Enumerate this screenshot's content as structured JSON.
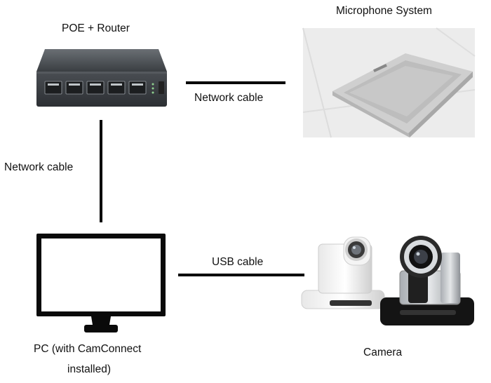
{
  "labels": {
    "router": "POE + Router",
    "microphone": "Microphone System",
    "cable_router_mic": "Network cable",
    "cable_router_pc": "Network cable",
    "cable_pc_camera": "USB cable",
    "pc_line1": "PC (with CamConnect",
    "pc_line2": "installed)",
    "camera": "Camera"
  },
  "icons": {
    "router": "poe-switch-router-icon",
    "microphone": "ceiling-microphone-icon",
    "pc": "monitor-icon",
    "camera": "ptz-camera-icon"
  }
}
